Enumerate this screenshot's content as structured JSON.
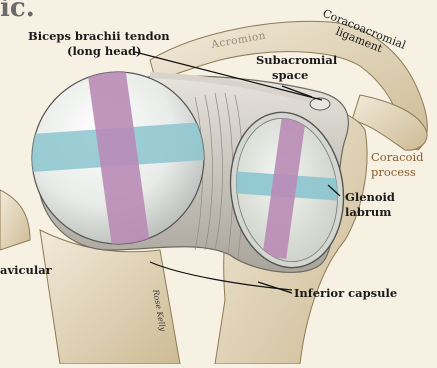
{
  "heading_fragment": "ic.",
  "labels": {
    "biceps_line1": "Biceps brachii tendon",
    "biceps_line2": "(long head)",
    "acromion": "Acromion",
    "coracoacromial_line1": "Coracoacromial",
    "coracoacromial_line2": "ligament",
    "subacromial_line1": "Subacromial",
    "subacromial_line2": "space",
    "coracoid_line1": "Coracoid",
    "coracoid_line2": "process",
    "glenoid_line1": "Glenoid",
    "glenoid_line2": "labrum",
    "clavicular_fragment": "avicular",
    "inferior_capsule": "Inferior capsule"
  },
  "signature": "Rose Kelly",
  "colors": {
    "background": "#f7f1e3",
    "bone": "#ece2c8",
    "bone_shadow": "#c9b891",
    "humeral_head": "#eef0ee",
    "capsule": "#d9d6cf",
    "pink_band": "#b98bb6",
    "teal_band": "#8cc5cf",
    "label_brown": "#8a5a2a"
  }
}
